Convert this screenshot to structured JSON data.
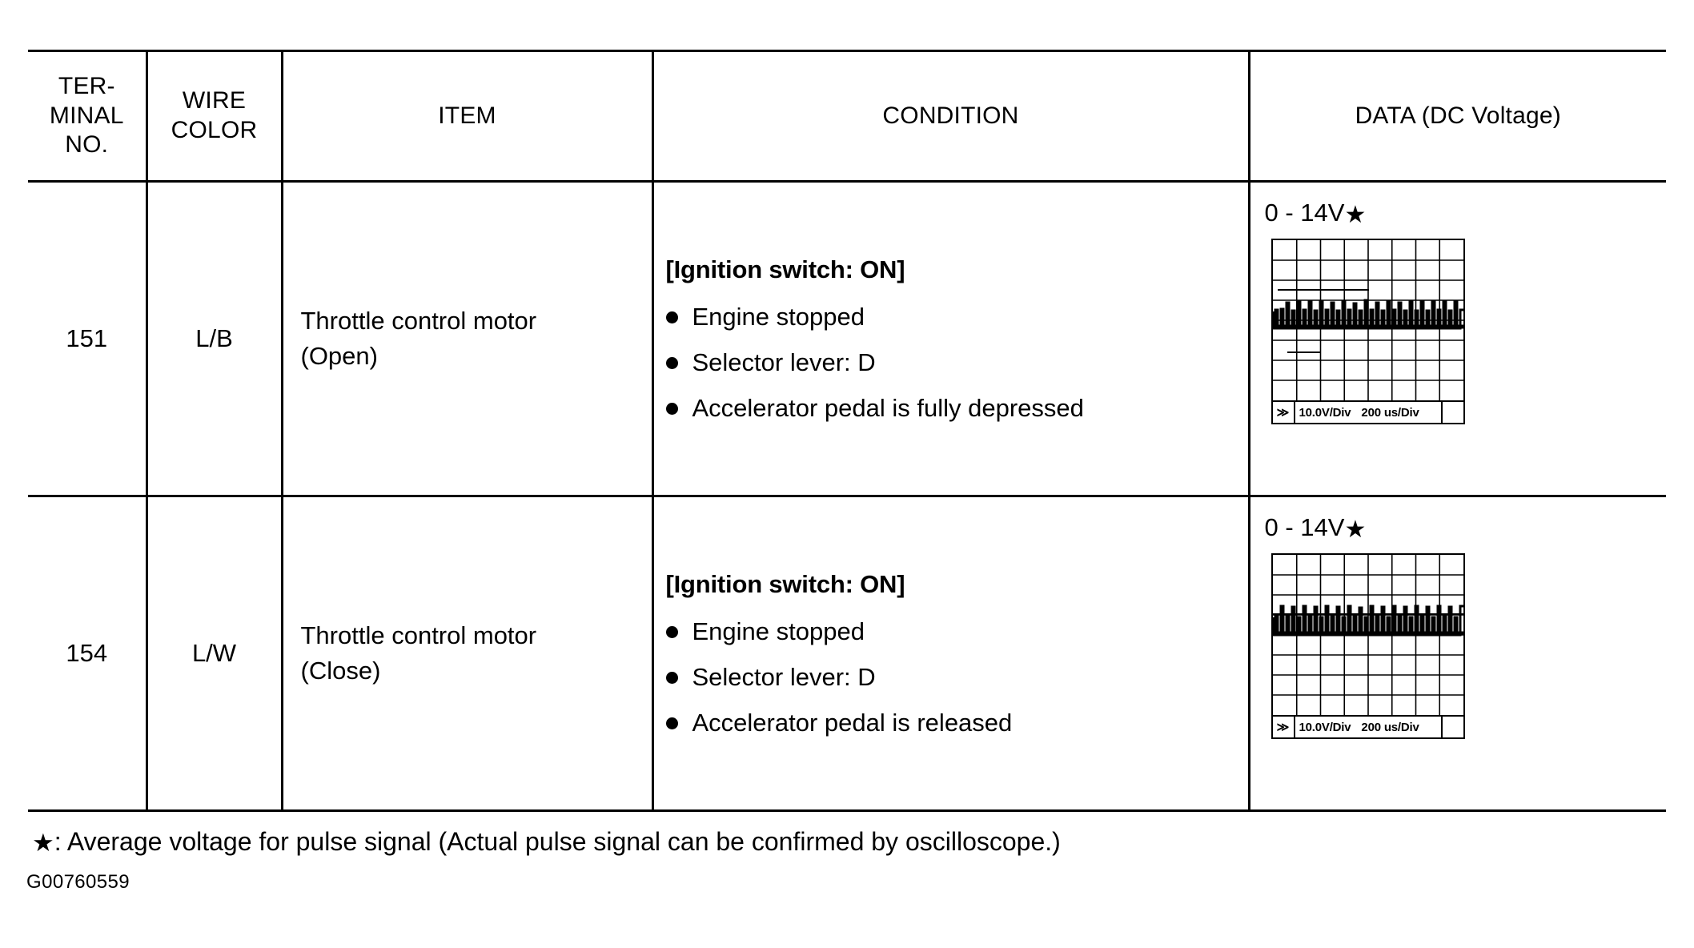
{
  "table": {
    "headers": {
      "terminal": [
        "TER-",
        "MINAL",
        "NO."
      ],
      "wire": [
        "WIRE",
        "COLOR"
      ],
      "item": "ITEM",
      "condition": "CONDITION",
      "data": "DATA (DC Voltage)"
    },
    "rows": [
      {
        "terminal_no": "151",
        "wire_color": "L/B",
        "item_lines": [
          "Throttle control motor",
          "(Open)"
        ],
        "condition_title": "[Ignition switch: ON]",
        "condition_bullets": [
          "Engine stopped",
          "Selector lever: D",
          "Accelerator pedal is fully depressed"
        ],
        "data_value": "0 - 14V",
        "data_star": "★",
        "scope": {
          "volts_per_div": "10.0V/Div",
          "time_per_div": "200 us/Div",
          "arrow": "≫",
          "grid_cols": 8,
          "grid_rows": 8,
          "baseline_row": 3.55,
          "pulse_count": 22,
          "pulse_height_rows": 1.1
        }
      },
      {
        "terminal_no": "154",
        "wire_color": "L/W",
        "item_lines": [
          "Throttle control motor",
          "(Close)"
        ],
        "condition_title": "[Ignition switch: ON]",
        "condition_bullets": [
          "Engine stopped",
          "Selector lever: D",
          "Accelerator pedal is released"
        ],
        "data_value": "0 - 14V",
        "data_star": "★",
        "scope": {
          "volts_per_div": "10.0V/Div",
          "time_per_div": "200 us/Div",
          "arrow": "≫",
          "grid_cols": 8,
          "grid_rows": 8,
          "baseline_row": 3.2,
          "pulse_count": 22,
          "pulse_height_rows": 1.1
        }
      }
    ]
  },
  "footnote": {
    "star": "★",
    "text": ": Average voltage for pulse signal (Actual pulse signal can be confirmed by oscilloscope.)"
  },
  "doc_id": "G00760559"
}
